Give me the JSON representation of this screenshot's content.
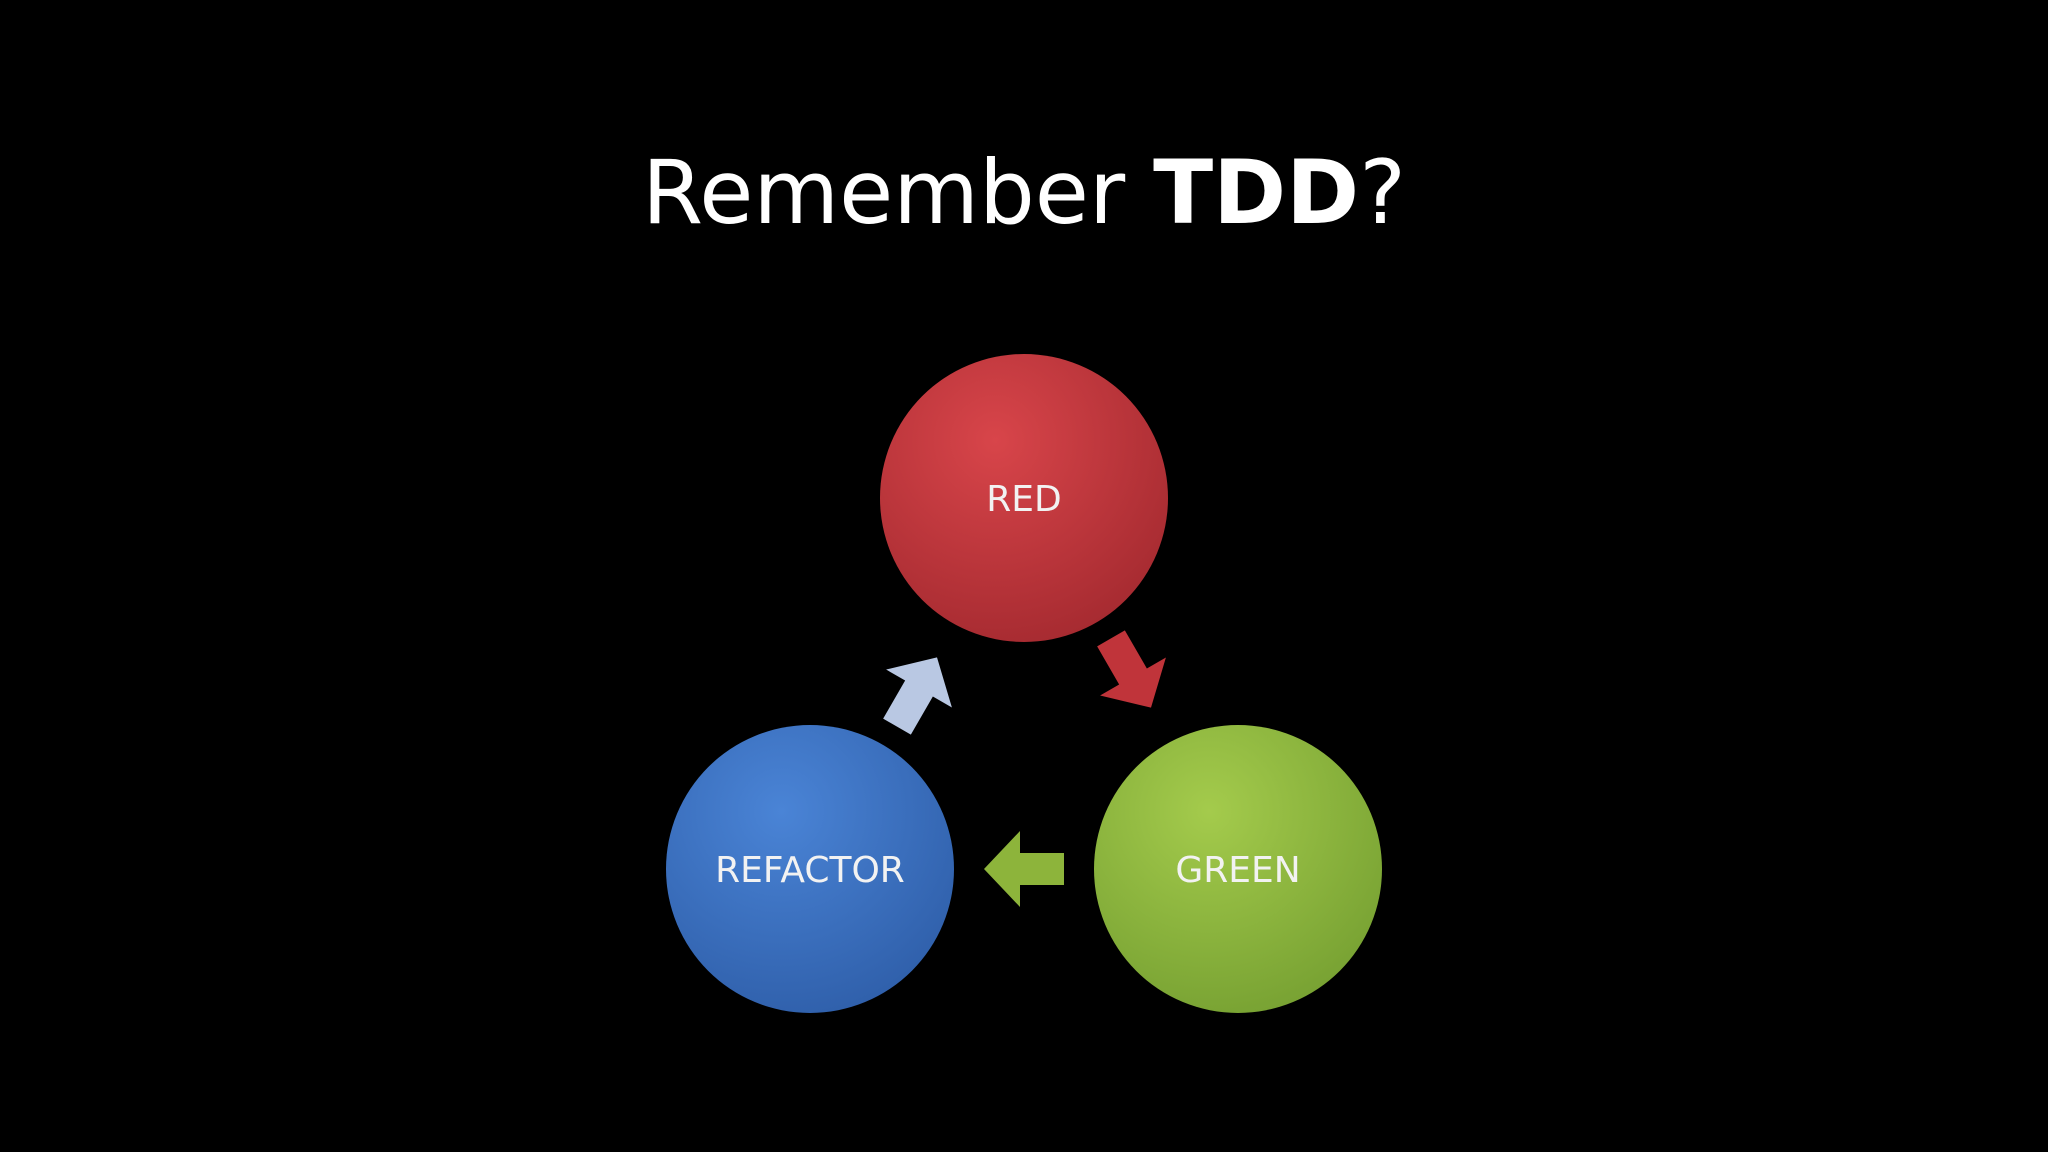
{
  "slide": {
    "title_prefix": "Remember ",
    "title_emphasis": "TDD",
    "title_suffix": "?"
  },
  "cycle": {
    "nodes": [
      {
        "label": "RED",
        "color": "#c0343a"
      },
      {
        "label": "GREEN",
        "color": "#8db43b"
      },
      {
        "label": "REFACTOR",
        "color": "#3f73c4"
      }
    ],
    "arrows": [
      {
        "from": "RED",
        "to": "GREEN",
        "color": "#c0343a"
      },
      {
        "from": "GREEN",
        "to": "REFACTOR",
        "color": "#8db43b"
      },
      {
        "from": "REFACTOR",
        "to": "RED",
        "color": "#b9c8e3"
      }
    ]
  }
}
